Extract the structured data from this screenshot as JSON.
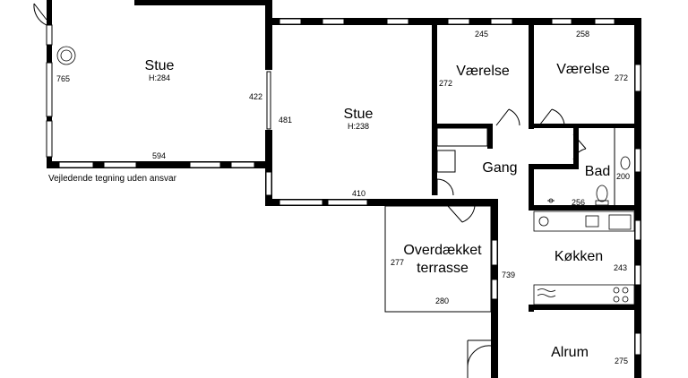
{
  "note": "Vejledende tegning uden ansvar",
  "rooms": {
    "stue1": {
      "name": "Stue",
      "height": "H:284"
    },
    "stue2": {
      "name": "Stue",
      "height": "H:238"
    },
    "vaerelse1": {
      "name": "Værelse"
    },
    "vaerelse2": {
      "name": "Værelse"
    },
    "gang": {
      "name": "Gang"
    },
    "bad": {
      "name": "Bad"
    },
    "koekken": {
      "name": "Køkken"
    },
    "terrasse": {
      "line1": "Overdækket",
      "line2": "terrasse"
    },
    "alrum": {
      "name": "Alrum"
    }
  },
  "dimensions": {
    "d765": "765",
    "d422": "422",
    "d594": "594",
    "d481": "481",
    "d410": "410",
    "d245": "245",
    "d258": "258",
    "d272a": "272",
    "d272b": "272",
    "d200": "200",
    "d256": "256",
    "d243": "243",
    "d277": "277",
    "d739": "739",
    "d280": "280",
    "d275": "275"
  }
}
